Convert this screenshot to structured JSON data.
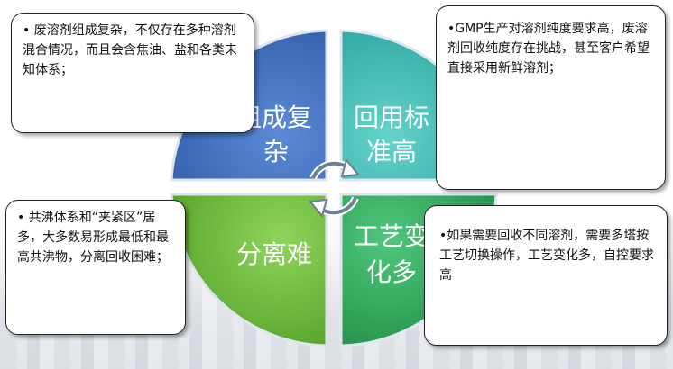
{
  "quadrants": {
    "top_left": {
      "line1": "组成复",
      "line2": "杂",
      "color": "#4472c4"
    },
    "top_right": {
      "line1": "回用标",
      "line2": "准高",
      "color": "#3bbdb5"
    },
    "bottom_left": {
      "line1": "分离难",
      "line2": "",
      "color": "#6abf3c"
    },
    "bottom_right": {
      "line1": "工艺变",
      "line2": "化多",
      "color": "#2ea85c"
    }
  },
  "callouts": {
    "top_left": "• 废溶剂组成复杂，不仅存在多种溶剂混合情况，而且会含焦油、盐和各类未知体系；",
    "top_right": "•GMP生产对溶剂纯度要求高，废溶剂回收纯度存在挑战，甚至客户希望直接采用新鲜溶剂；",
    "bottom_left": "• 共沸体系和“夹紧区”居多，大多数易形成最低和最高共沸物，分离回收困难；",
    "bottom_right": "•如果需要回收不同溶剂，需要多塔按工艺切换操作，工艺变化多，自控要求高"
  },
  "icons": {
    "center": "cycle-arrows-icon"
  }
}
